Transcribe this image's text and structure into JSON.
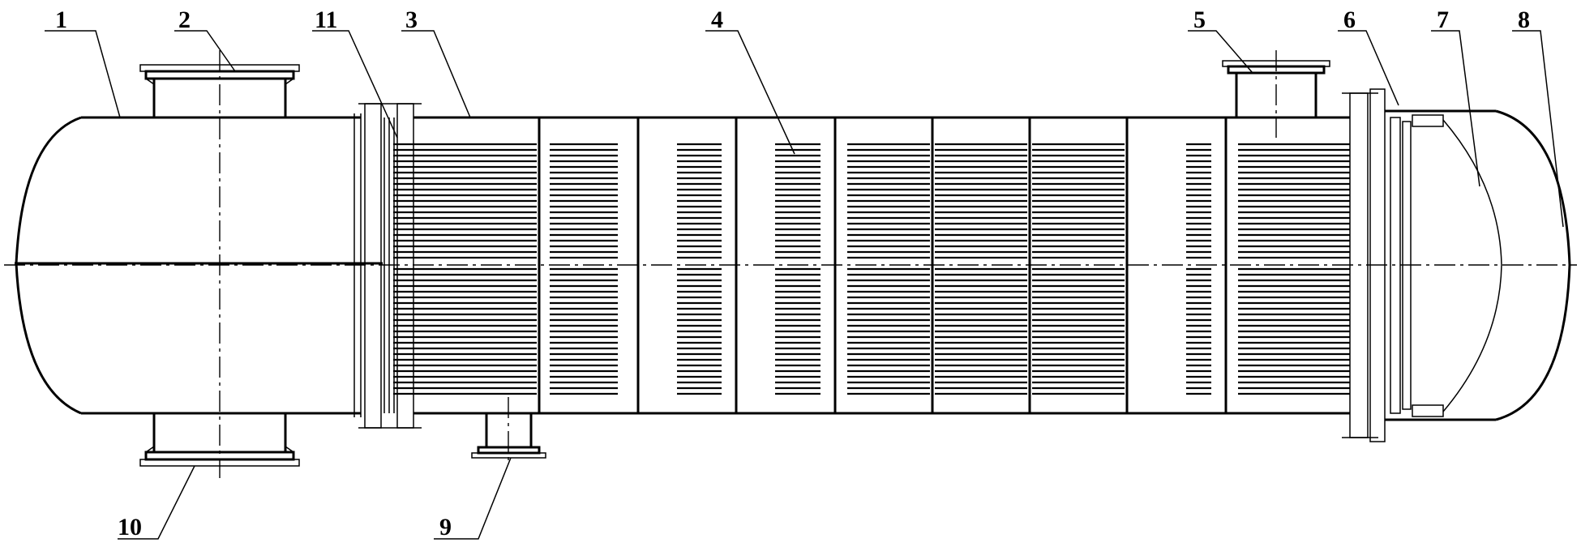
{
  "diagram": {
    "labels": [
      {
        "id": "1",
        "text": "1"
      },
      {
        "id": "2",
        "text": "2"
      },
      {
        "id": "11",
        "text": "11"
      },
      {
        "id": "3",
        "text": "3"
      },
      {
        "id": "4",
        "text": "4"
      },
      {
        "id": "5",
        "text": "5"
      },
      {
        "id": "6",
        "text": "6"
      },
      {
        "id": "7",
        "text": "7"
      },
      {
        "id": "8",
        "text": "8"
      },
      {
        "id": "9",
        "text": "9"
      },
      {
        "id": "10",
        "text": "10"
      }
    ]
  }
}
